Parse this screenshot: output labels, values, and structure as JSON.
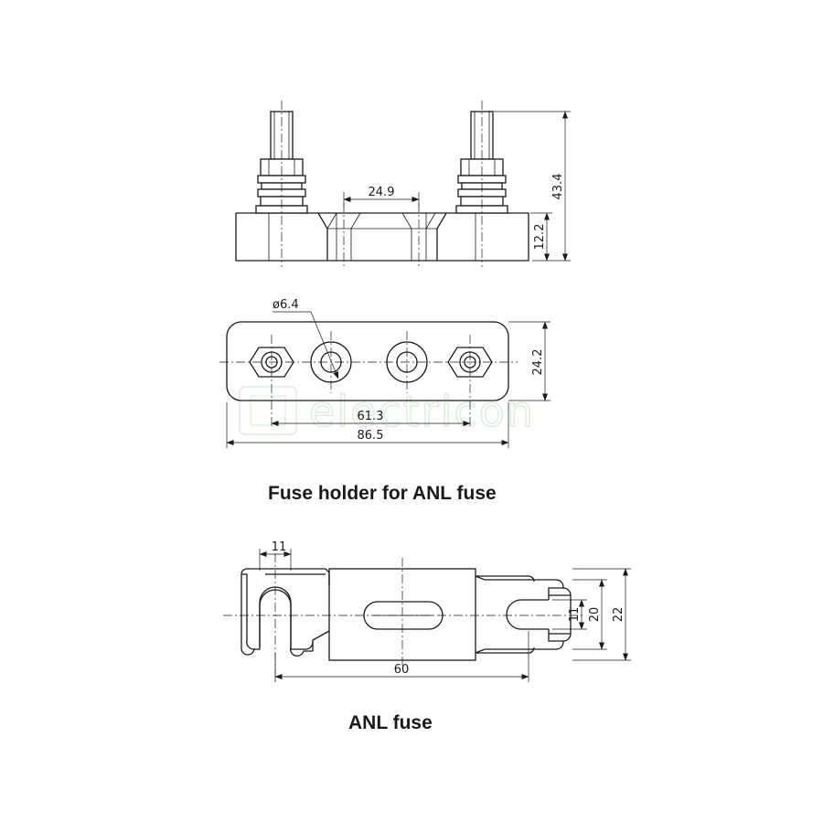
{
  "captions": {
    "holder": "Fuse holder for ANL fuse",
    "fuse": "ANL fuse"
  },
  "watermark": {
    "text": "electricon"
  },
  "dimensions": {
    "holder_side": {
      "stud_spacing": "24.9",
      "total_height": "43.4",
      "base_height": "12.2"
    },
    "holder_top": {
      "hole_diameter": "ø6.4",
      "hole_spacing": "61.3",
      "length": "86.5",
      "width": "24.2"
    },
    "fuse": {
      "slot_width": "11",
      "length": "60",
      "slot_height": "11",
      "tab_width": "20",
      "total_width": "22"
    }
  },
  "colors": {
    "line": "#1a1a1a",
    "watermark": "#d9efd9"
  }
}
